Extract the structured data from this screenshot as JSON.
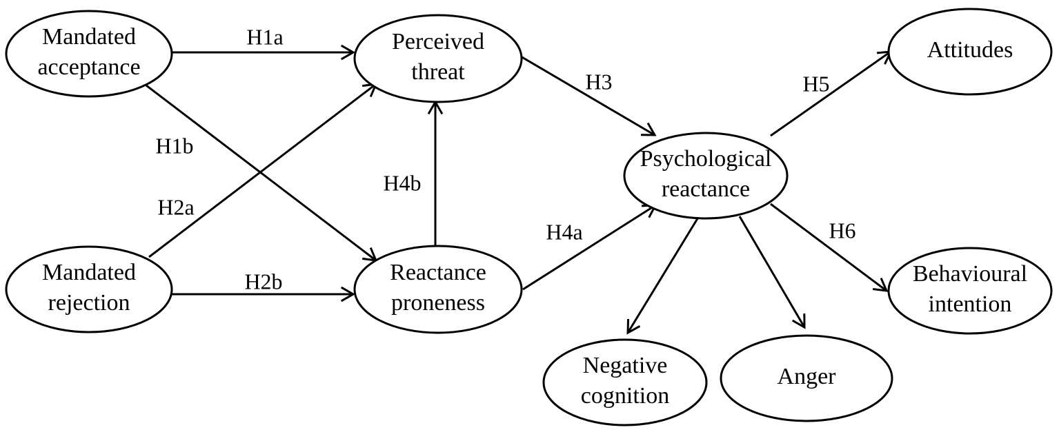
{
  "nodes": [
    {
      "id": "mandated-acceptance",
      "lines": [
        "Mandated",
        "acceptance"
      ]
    },
    {
      "id": "mandated-rejection",
      "lines": [
        "Mandated",
        "rejection"
      ]
    },
    {
      "id": "perceived-threat",
      "lines": [
        "Perceived",
        "threat"
      ]
    },
    {
      "id": "reactance-proneness",
      "lines": [
        "Reactance",
        "proneness"
      ]
    },
    {
      "id": "psychological-reactance",
      "lines": [
        "Psychological",
        "reactance"
      ]
    },
    {
      "id": "attitudes",
      "lines": [
        "Attitudes"
      ]
    },
    {
      "id": "behavioural-intention",
      "lines": [
        "Behavioural",
        "intention"
      ]
    },
    {
      "id": "negative-cognition",
      "lines": [
        "Negative",
        "cognition"
      ]
    },
    {
      "id": "anger",
      "lines": [
        "Anger"
      ]
    }
  ],
  "edges": [
    {
      "id": "h1a",
      "label": "H1a",
      "from": "mandated-acceptance",
      "to": "perceived-threat"
    },
    {
      "id": "h1b",
      "label": "H1b",
      "from": "mandated-acceptance",
      "to": "reactance-proneness"
    },
    {
      "id": "h2a",
      "label": "H2a",
      "from": "mandated-rejection",
      "to": "perceived-threat"
    },
    {
      "id": "h2b",
      "label": "H2b",
      "from": "mandated-rejection",
      "to": "reactance-proneness"
    },
    {
      "id": "h4b",
      "label": "H4b",
      "from": "reactance-proneness",
      "to": "perceived-threat"
    },
    {
      "id": "h3",
      "label": "H3",
      "from": "perceived-threat",
      "to": "psychological-reactance"
    },
    {
      "id": "h4a",
      "label": "H4a",
      "from": "reactance-proneness",
      "to": "psychological-reactance"
    },
    {
      "id": "h5",
      "label": "H5",
      "from": "psychological-reactance",
      "to": "attitudes"
    },
    {
      "id": "h6",
      "label": "H6",
      "from": "psychological-reactance",
      "to": "behavioural-intention"
    },
    {
      "id": "pr-negcog",
      "label": "",
      "from": "psychological-reactance",
      "to": "negative-cognition"
    },
    {
      "id": "pr-anger",
      "label": "",
      "from": "psychological-reactance",
      "to": "anger"
    }
  ]
}
